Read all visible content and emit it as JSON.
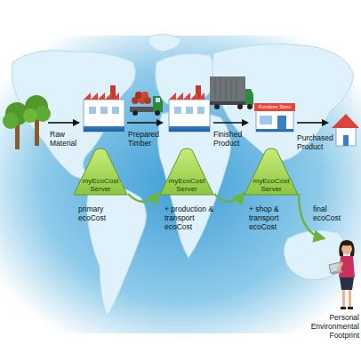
{
  "diagram": {
    "nodes": [
      {
        "text": [
          "myEcoCost Server",
          "primary ecoCost"
        ]
      },
      {
        "text": [
          "myEcoCost Server",
          "+ production & transport ecoCost"
        ]
      },
      {
        "text": [
          "myEcoCost Server",
          "+ shop & transport ecoCost"
        ]
      },
      {
        "text": [
          "Personal Environmental Footprint"
        ]
      }
    ],
    "edges": [
      {
        "from": 0,
        "to": 1,
        "arrow": "to"
      },
      {
        "from": 1,
        "to": 2,
        "arrow": "to"
      },
      {
        "from": 2,
        "to": 3,
        "label": "final ecoCost",
        "arrow": "to"
      }
    ],
    "labels": [
      "Raw Material",
      "Prepared Timber",
      "Finished Product",
      "Purchased Product",
      "Furniture Store"
    ]
  }
}
